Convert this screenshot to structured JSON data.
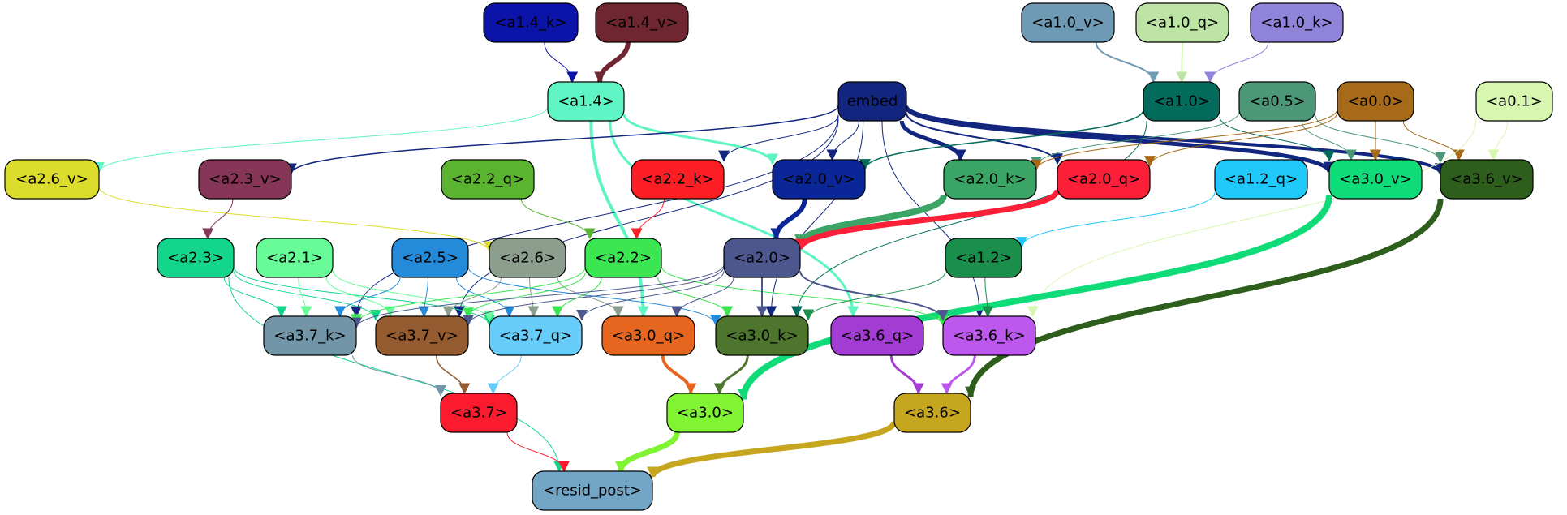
{
  "nodes": [
    {
      "id": "a1.4_k",
      "label": "<a1.4_k>",
      "fill": "#0b13a8",
      "text": "#000000"
    },
    {
      "id": "a1.4_v",
      "label": "<a1.4_v>",
      "fill": "#6e2630",
      "text": "#000000"
    },
    {
      "id": "a1.0_v",
      "label": "<a1.0_v>",
      "fill": "#6f9ab4",
      "text": "#000000"
    },
    {
      "id": "a1.0_q",
      "label": "<a1.0_q>",
      "fill": "#bde3a5",
      "text": "#000000"
    },
    {
      "id": "a1.0_k",
      "label": "<a1.0_k>",
      "fill": "#8f84da",
      "text": "#000000"
    },
    {
      "id": "a1.4",
      "label": "<a1.4>",
      "fill": "#5ff4c4",
      "text": "#000000"
    },
    {
      "id": "embed",
      "label": "embed",
      "fill": "#12267f",
      "text": "#000000"
    },
    {
      "id": "a1.0",
      "label": "<a1.0>",
      "fill": "#036b5c",
      "text": "#000000"
    },
    {
      "id": "a0.5",
      "label": "<a0.5>",
      "fill": "#4b9778",
      "text": "#000000"
    },
    {
      "id": "a0.0",
      "label": "<a0.0>",
      "fill": "#a66a18",
      "text": "#000000"
    },
    {
      "id": "a0.1",
      "label": "<a0.1>",
      "fill": "#d7f7b1",
      "text": "#000000"
    },
    {
      "id": "a2.6_v",
      "label": "<a2.6_v>",
      "fill": "#dbdc2b",
      "text": "#000000"
    },
    {
      "id": "a2.3_v",
      "label": "<a2.3_v>",
      "fill": "#853556",
      "text": "#000000"
    },
    {
      "id": "a2.2_q",
      "label": "<a2.2_q>",
      "fill": "#5bb430",
      "text": "#000000"
    },
    {
      "id": "a2.2_k",
      "label": "<a2.2_k>",
      "fill": "#fb1e24",
      "text": "#000000"
    },
    {
      "id": "a2.0_v",
      "label": "<a2.0_v>",
      "fill": "#0a2697",
      "text": "#000000"
    },
    {
      "id": "a2.0_k",
      "label": "<a2.0_k>",
      "fill": "#3aa565",
      "text": "#000000"
    },
    {
      "id": "a2.0_q",
      "label": "<a2.0_q>",
      "fill": "#fb1f37",
      "text": "#000000"
    },
    {
      "id": "a1.2_q",
      "label": "<a1.2_q>",
      "fill": "#21c9fa",
      "text": "#000000"
    },
    {
      "id": "a3.0_v",
      "label": "<a3.0_v>",
      "fill": "#0fdc78",
      "text": "#000000"
    },
    {
      "id": "a3.6_v",
      "label": "<a3.6_v>",
      "fill": "#2d5e1c",
      "text": "#000000"
    },
    {
      "id": "a2.3",
      "label": "<a2.3>",
      "fill": "#13d58b",
      "text": "#000000"
    },
    {
      "id": "a2.1",
      "label": "<a2.1>",
      "fill": "#68fc99",
      "text": "#000000"
    },
    {
      "id": "a2.5",
      "label": "<a2.5>",
      "fill": "#248ada",
      "text": "#000000"
    },
    {
      "id": "a2.6",
      "label": "<a2.6>",
      "fill": "#8c9f8f",
      "text": "#000000"
    },
    {
      "id": "a2.2",
      "label": "<a2.2>",
      "fill": "#3ae651",
      "text": "#000000"
    },
    {
      "id": "a2.0",
      "label": "<a2.0>",
      "fill": "#4c578e",
      "text": "#000000"
    },
    {
      "id": "a1.2",
      "label": "<a1.2>",
      "fill": "#1a8f4c",
      "text": "#000000"
    },
    {
      "id": "a3.7_k",
      "label": "<a3.7_k>",
      "fill": "#7296a8",
      "text": "#000000"
    },
    {
      "id": "a3.7_v",
      "label": "<a3.7_v>",
      "fill": "#945b31",
      "text": "#000000"
    },
    {
      "id": "a3.7_q",
      "label": "<a3.7_q>",
      "fill": "#66cdfb",
      "text": "#000000"
    },
    {
      "id": "a3.0_q",
      "label": "<a3.0_q>",
      "fill": "#e6661f",
      "text": "#000000"
    },
    {
      "id": "a3.0_k",
      "label": "<a3.0_k>",
      "fill": "#4d752d",
      "text": "#000000"
    },
    {
      "id": "a3.6_q",
      "label": "<a3.6_q>",
      "fill": "#a23cd2",
      "text": "#000000"
    },
    {
      "id": "a3.6_k",
      "label": "<a3.6_k>",
      "fill": "#bc58ed",
      "text": "#000000"
    },
    {
      "id": "a3.7",
      "label": "<a3.7>",
      "fill": "#fa1c2e",
      "text": "#000000"
    },
    {
      "id": "a3.0",
      "label": "<a3.0>",
      "fill": "#80f333",
      "text": "#000000"
    },
    {
      "id": "a3.6",
      "label": "<a3.6>",
      "fill": "#c7a61f",
      "text": "#000000"
    },
    {
      "id": "resid_post",
      "label": "<resid_post>",
      "fill": "#73a5c6",
      "text": "#000000"
    }
  ],
  "edges": [
    {
      "from": "a1.4_k",
      "to": "a1.4",
      "color": "#0b13a8",
      "weight": 1
    },
    {
      "from": "a1.4_v",
      "to": "a1.4",
      "color": "#6e2630",
      "weight": 6
    },
    {
      "from": "a1.0_v",
      "to": "a1.0",
      "color": "#6f9ab4",
      "weight": 2
    },
    {
      "from": "a1.0_q",
      "to": "a1.0",
      "color": "#bde3a5",
      "weight": 1.5
    },
    {
      "from": "a1.0_k",
      "to": "a1.0",
      "color": "#8f84da",
      "weight": 1
    },
    {
      "from": "a1.4",
      "to": "a2.6_v",
      "color": "#5ff4c4",
      "weight": 1
    },
    {
      "from": "a1.4",
      "to": "a2.0_v",
      "color": "#5ff4c4",
      "weight": 3
    },
    {
      "from": "a1.4",
      "to": "a3.0_q",
      "color": "#5ff4c4",
      "weight": 4
    },
    {
      "from": "a1.4",
      "to": "a3.6_q",
      "color": "#5ff4c4",
      "weight": 3
    },
    {
      "from": "embed",
      "to": "a2.3_v",
      "color": "#12267f",
      "weight": 1.5
    },
    {
      "from": "embed",
      "to": "a3.7_k",
      "color": "#12267f",
      "weight": 1
    },
    {
      "from": "embed",
      "to": "a3.7_v",
      "color": "#12267f",
      "weight": 1
    },
    {
      "from": "embed",
      "to": "a2.2_k",
      "color": "#12267f",
      "weight": 1
    },
    {
      "from": "embed",
      "to": "a2.0_v",
      "color": "#12267f",
      "weight": 1
    },
    {
      "from": "embed",
      "to": "a2.0_k",
      "color": "#12267f",
      "weight": 5
    },
    {
      "from": "embed",
      "to": "a2.0_q",
      "color": "#12267f",
      "weight": 2
    },
    {
      "from": "embed",
      "to": "a3.0_v",
      "color": "#12267f",
      "weight": 5
    },
    {
      "from": "embed",
      "to": "a3.6_v",
      "color": "#12267f",
      "weight": 4
    },
    {
      "from": "embed",
      "to": "a3.0_k",
      "color": "#12267f",
      "weight": 1
    },
    {
      "from": "embed",
      "to": "a3.6_k",
      "color": "#12267f",
      "weight": 1
    },
    {
      "from": "a1.0",
      "to": "a2.0_v",
      "color": "#036b5c",
      "weight": 1.5
    },
    {
      "from": "a1.0",
      "to": "a3.0_v",
      "color": "#036b5c",
      "weight": 1
    },
    {
      "from": "a1.0",
      "to": "a3.0_k",
      "color": "#036b5c",
      "weight": 1
    },
    {
      "from": "a0.5",
      "to": "a2.0_k",
      "color": "#4b9778",
      "weight": 1
    },
    {
      "from": "a0.5",
      "to": "a3.0_v",
      "color": "#4b9778",
      "weight": 1
    },
    {
      "from": "a0.5",
      "to": "a3.6_v",
      "color": "#4b9778",
      "weight": 1
    },
    {
      "from": "a0.0",
      "to": "a2.0_q",
      "color": "#a66a18",
      "weight": 1
    },
    {
      "from": "a0.0",
      "to": "a3.0_v",
      "color": "#a66a18",
      "weight": 1
    },
    {
      "from": "a0.0",
      "to": "a3.6_v",
      "color": "#a66a18",
      "weight": 1
    },
    {
      "from": "a0.0",
      "to": "a2.0_k",
      "color": "#a66a18",
      "weight": 1
    },
    {
      "from": "a0.1",
      "to": "a3.6_v",
      "color": "#d7f7b1",
      "weight": 1
    },
    {
      "from": "a0.1",
      "to": "a3.6_k",
      "color": "#d7f7b1",
      "weight": 1
    },
    {
      "from": "a2.6_v",
      "to": "a2.6",
      "color": "#dbdc2b",
      "weight": 1
    },
    {
      "from": "a2.3_v",
      "to": "a2.3",
      "color": "#853556",
      "weight": 1
    },
    {
      "from": "a2.2_q",
      "to": "a2.2",
      "color": "#5bb430",
      "weight": 1
    },
    {
      "from": "a2.2_k",
      "to": "a2.2",
      "color": "#fb1e24",
      "weight": 1
    },
    {
      "from": "a2.0_v",
      "to": "a2.0",
      "color": "#0a2697",
      "weight": 6
    },
    {
      "from": "a2.0_k",
      "to": "a2.0",
      "color": "#3aa565",
      "weight": 8
    },
    {
      "from": "a2.0_q",
      "to": "a2.0",
      "color": "#fb1f37",
      "weight": 7
    },
    {
      "from": "a1.2_q",
      "to": "a1.2",
      "color": "#21c9fa",
      "weight": 1
    },
    {
      "from": "a3.0_v",
      "to": "a3.0",
      "color": "#0fdc78",
      "weight": 8
    },
    {
      "from": "a3.6_v",
      "to": "a3.6",
      "color": "#2d5e1c",
      "weight": 7
    },
    {
      "from": "a2.3",
      "to": "a3.7_k",
      "color": "#13d58b",
      "weight": 1
    },
    {
      "from": "a2.3",
      "to": "a3.7_v",
      "color": "#13d58b",
      "weight": 1
    },
    {
      "from": "a2.3",
      "to": "a3.7_q",
      "color": "#13d58b",
      "weight": 1
    },
    {
      "from": "a2.3",
      "to": "resid_post",
      "color": "#13d58b",
      "weight": 1
    },
    {
      "from": "a2.1",
      "to": "a3.7_k",
      "color": "#68fc99",
      "weight": 1
    },
    {
      "from": "a2.1",
      "to": "a3.7_v",
      "color": "#68fc99",
      "weight": 1
    },
    {
      "from": "a2.1",
      "to": "a3.7_q",
      "color": "#68fc99",
      "weight": 1
    },
    {
      "from": "a2.5",
      "to": "a3.7_k",
      "color": "#248ada",
      "weight": 1
    },
    {
      "from": "a2.5",
      "to": "a3.7_v",
      "color": "#248ada",
      "weight": 1
    },
    {
      "from": "a2.5",
      "to": "a3.7_q",
      "color": "#248ada",
      "weight": 1
    },
    {
      "from": "a2.5",
      "to": "a3.0_k",
      "color": "#248ada",
      "weight": 1
    },
    {
      "from": "a2.6",
      "to": "a3.7_v",
      "color": "#8c9f8f",
      "weight": 1
    },
    {
      "from": "a2.6",
      "to": "a3.7_q",
      "color": "#8c9f8f",
      "weight": 1
    },
    {
      "from": "a2.6",
      "to": "a3.0_q",
      "color": "#8c9f8f",
      "weight": 1
    },
    {
      "from": "a2.2",
      "to": "a3.7_k",
      "color": "#3ae651",
      "weight": 1
    },
    {
      "from": "a2.2",
      "to": "a3.7_v",
      "color": "#3ae651",
      "weight": 1
    },
    {
      "from": "a2.2",
      "to": "a3.7_q",
      "color": "#3ae651",
      "weight": 1
    },
    {
      "from": "a2.2",
      "to": "a3.0_k",
      "color": "#3ae651",
      "weight": 1
    },
    {
      "from": "a2.2",
      "to": "a3.6_k",
      "color": "#3ae651",
      "weight": 1
    },
    {
      "from": "a2.0",
      "to": "a3.7_k",
      "color": "#4c578e",
      "weight": 1
    },
    {
      "from": "a2.0",
      "to": "a3.7_v",
      "color": "#4c578e",
      "weight": 1
    },
    {
      "from": "a2.0",
      "to": "a3.7_q",
      "color": "#4c578e",
      "weight": 1
    },
    {
      "from": "a2.0",
      "to": "a3.0_q",
      "color": "#4c578e",
      "weight": 1
    },
    {
      "from": "a2.0",
      "to": "a3.0_k",
      "color": "#4c578e",
      "weight": 2
    },
    {
      "from": "a2.0",
      "to": "a3.6_k",
      "color": "#4c578e",
      "weight": 2
    },
    {
      "from": "a1.2",
      "to": "a3.0_k",
      "color": "#1a8f4c",
      "weight": 1
    },
    {
      "from": "a1.2",
      "to": "a3.6_k",
      "color": "#1a8f4c",
      "weight": 1
    },
    {
      "from": "a3.7_k",
      "to": "a3.7",
      "color": "#7296a8",
      "weight": 1
    },
    {
      "from": "a3.7_v",
      "to": "a3.7",
      "color": "#945b31",
      "weight": 1.5
    },
    {
      "from": "a3.7_q",
      "to": "a3.7",
      "color": "#66cdfb",
      "weight": 1
    },
    {
      "from": "a3.0_q",
      "to": "a3.0",
      "color": "#e6661f",
      "weight": 4
    },
    {
      "from": "a3.0_k",
      "to": "a3.0",
      "color": "#4d752d",
      "weight": 3
    },
    {
      "from": "a3.6_q",
      "to": "a3.6",
      "color": "#a23cd2",
      "weight": 3
    },
    {
      "from": "a3.6_k",
      "to": "a3.6",
      "color": "#bc58ed",
      "weight": 3
    },
    {
      "from": "a3.7",
      "to": "resid_post",
      "color": "#fa1c2e",
      "weight": 1
    },
    {
      "from": "a3.0",
      "to": "resid_post",
      "color": "#80f333",
      "weight": 7
    },
    {
      "from": "a3.6",
      "to": "resid_post",
      "color": "#c7a61f",
      "weight": 7
    }
  ]
}
